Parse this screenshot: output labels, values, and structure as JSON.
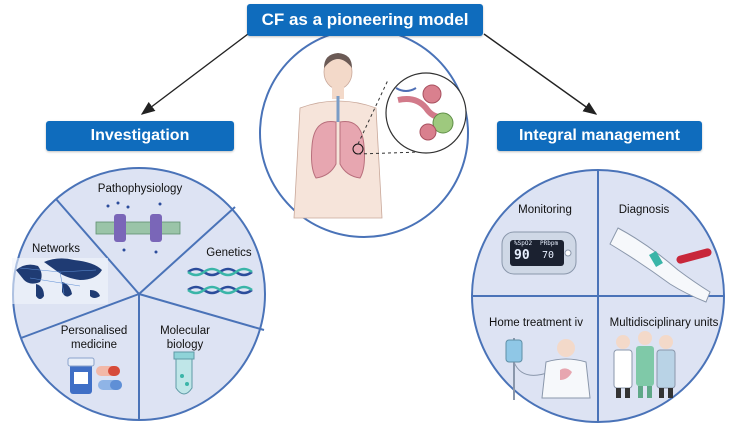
{
  "title": "CF as a pioneering model",
  "investigation": {
    "title": "Investigation",
    "segments": {
      "pathophysiology": "Pathophysiology",
      "genetics": "Genetics",
      "networks": "Networks",
      "personalised": "Personalised medicine",
      "molecular": "Molecular biology"
    }
  },
  "integral": {
    "title": "Integral management",
    "quadrants": {
      "monitoring": "Monitoring",
      "diagnosis": "Diagnosis",
      "home": "Home treatment iv",
      "multidisciplinary": "Multidisciplinary units"
    },
    "oximeter": {
      "spo2_label": "%SpO2",
      "pr_label": "PRbpm",
      "spo2_value": "90",
      "pr_value": "70"
    }
  },
  "colors": {
    "box_blue": "#0f6cbd",
    "circle_fill": "#dde3f3",
    "divider": "#4a73b8"
  }
}
